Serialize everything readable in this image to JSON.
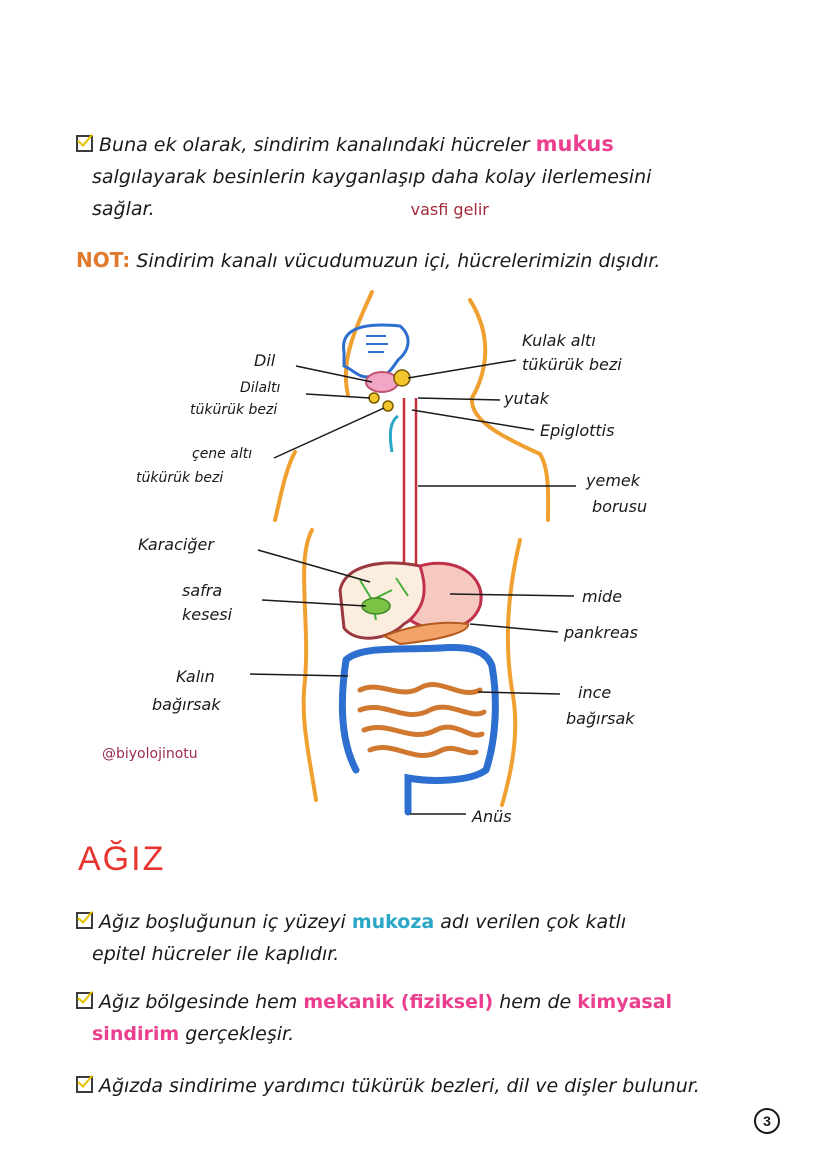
{
  "para1": {
    "line1_a": "Buna ek olarak, sindirim kanalındaki hücreler ",
    "line1_hl": "mukus",
    "line2": "salgılayarak besinlerin kayganlaşıp daha kolay ilerlemesini",
    "line3": "sağlar.",
    "signature": "vasfi gelir"
  },
  "note": {
    "label": "NOT:",
    "text": " Sindirim kanalı vücudumuzun içi, hücrelerimizin dışıdır."
  },
  "diagram": {
    "labels": {
      "dil": "Dil",
      "dilalti_1": "Dilaltı",
      "dilalti_2": "tükürük bezi",
      "cene_1": "çene altı",
      "cene_2": "tükürük bezi",
      "kulak_1": "Kulak altı",
      "kulak_2": "tükürük bezi",
      "yutak": "yutak",
      "epiglottis": "Epiglottis",
      "yemek_1": "yemek",
      "yemek_2": "borusu",
      "karaciger": "Karaciğer",
      "safra_1": "safra",
      "safra_2": "kesesi",
      "mide": "mide",
      "pankreas": "pankreas",
      "kalin_1": "Kalın",
      "kalin_2": "bağırsak",
      "ince_1": "ince",
      "ince_2": "bağırsak",
      "anus": "Anüs"
    },
    "credit": "@biyolojinotu"
  },
  "section": {
    "title": "AĞIZ"
  },
  "bullets": [
    {
      "a": "Ağız boşluğunun iç yüzeyi ",
      "hl": "mukoza",
      "b": " adı verilen çok katlı",
      "c": "epitel hücreler ile kaplıdır."
    },
    {
      "a": "Ağız bölgesinde hem ",
      "hl1": "mekanik (fiziksel)",
      "b": " hem de ",
      "hl2": "kimyasal",
      "hl3": "sindirim",
      "c": " gerçekleşir."
    },
    {
      "a": "Ağızda sindirime yardımcı tükürük bezleri, dil ve dişler bulunur."
    }
  ],
  "page_number": "3",
  "colors": {
    "pink": "#ec3e8e",
    "teal": "#2aa6c7",
    "title_red": "#e8342e",
    "orange": "#e07a2c",
    "maroon": "#a32a3a"
  }
}
